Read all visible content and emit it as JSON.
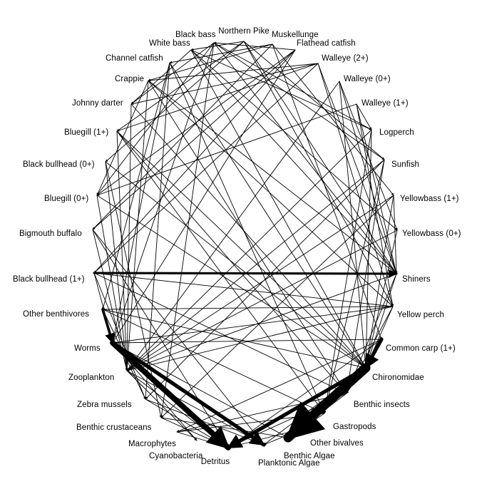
{
  "diagram": {
    "nodes": [
      {
        "id": "northern-pike",
        "label": "Northern Pike"
      },
      {
        "id": "muskellunge",
        "label": "Muskellunge"
      },
      {
        "id": "flathead-catfish",
        "label": "Flathead catfish"
      },
      {
        "id": "walleye-2",
        "label": "Walleye (2+)"
      },
      {
        "id": "walleye-0",
        "label": "Walleye (0+)"
      },
      {
        "id": "walleye-1",
        "label": "Walleye (1+)"
      },
      {
        "id": "logperch",
        "label": "Logperch"
      },
      {
        "id": "sunfish",
        "label": "Sunfish"
      },
      {
        "id": "yellowbass-1",
        "label": "Yellowbass (1+)"
      },
      {
        "id": "yellowbass-0",
        "label": "Yellowbass (0+)"
      },
      {
        "id": "shiners",
        "label": "Shiners"
      },
      {
        "id": "yellow-perch",
        "label": "Yellow perch"
      },
      {
        "id": "common-carp-1",
        "label": "Common carp (1+)"
      },
      {
        "id": "chironomidae",
        "label": "Chironomidae"
      },
      {
        "id": "benthic-insects",
        "label": "Benthic insects"
      },
      {
        "id": "gastropods",
        "label": "Gastropods"
      },
      {
        "id": "other-bivalves",
        "label": "Other bivalves"
      },
      {
        "id": "benthic-algae",
        "label": "Benthic Algae"
      },
      {
        "id": "planktonic-algae",
        "label": "Planktonic Algae"
      },
      {
        "id": "detritus",
        "label": "Detritus"
      },
      {
        "id": "cyanobacteria",
        "label": "Cyanobacteria"
      },
      {
        "id": "macrophytes",
        "label": "Macrophytes"
      },
      {
        "id": "benthic-crustaceans",
        "label": "Benthic crustaceans"
      },
      {
        "id": "zebra-mussels",
        "label": "Zebra mussels"
      },
      {
        "id": "zooplankton",
        "label": "Zooplankton"
      },
      {
        "id": "worms",
        "label": "Worms"
      },
      {
        "id": "other-benthivores",
        "label": "Other benthivores"
      },
      {
        "id": "black-bullhead-1",
        "label": "Black bullhead (1+)"
      },
      {
        "id": "bigmouth-buffalo",
        "label": "Bigmouth buffalo"
      },
      {
        "id": "bluegill-0",
        "label": "Bluegill (0+)"
      },
      {
        "id": "black-bullhead-0",
        "label": "Black bullhead (0+)"
      },
      {
        "id": "bluegill-1",
        "label": "Bluegill (1+)"
      },
      {
        "id": "johnny-darter",
        "label": "Johnny darter"
      },
      {
        "id": "crappie",
        "label": "Crappie"
      },
      {
        "id": "channel-catfish",
        "label": "Channel catfish"
      },
      {
        "id": "white-bass",
        "label": "White bass"
      },
      {
        "id": "black-bass",
        "label": "Black bass"
      }
    ],
    "edges": [
      {
        "from": "chironomidae",
        "to": "benthic-algae",
        "weight": 5
      },
      {
        "from": "worms",
        "to": "detritus",
        "weight": 3
      },
      {
        "from": "worms",
        "to": "planktonic-algae",
        "weight": 2
      },
      {
        "from": "common-carp-1",
        "to": "chironomidae",
        "weight": 2
      },
      {
        "from": "chironomidae",
        "to": "detritus",
        "weight": 2
      },
      {
        "from": "other-benthivores",
        "to": "worms",
        "weight": 1.4
      },
      {
        "from": "black-bullhead-1",
        "to": "shiners",
        "weight": 1.2
      },
      {
        "from": "yellow-perch",
        "to": "other-benthivores",
        "weight": 1
      },
      {
        "from": "walleye-2",
        "to": "shiners",
        "weight": 1
      },
      {
        "from": "walleye-2",
        "to": "yellow-perch",
        "weight": 1
      },
      {
        "from": "walleye-1",
        "to": "shiners",
        "weight": 1
      },
      {
        "from": "walleye-0",
        "to": "zooplankton",
        "weight": 1
      },
      {
        "from": "northern-pike",
        "to": "bluegill-1",
        "weight": 1
      },
      {
        "from": "northern-pike",
        "to": "yellow-perch",
        "weight": 1
      },
      {
        "from": "northern-pike",
        "to": "black-bullhead-0",
        "weight": 1
      },
      {
        "from": "muskellunge",
        "to": "common-carp-1",
        "weight": 1
      },
      {
        "from": "muskellunge",
        "to": "bigmouth-buffalo",
        "weight": 1
      },
      {
        "from": "flathead-catfish",
        "to": "bigmouth-buffalo",
        "weight": 1
      },
      {
        "from": "flathead-catfish",
        "to": "black-bullhead-1",
        "weight": 1
      },
      {
        "from": "black-bass",
        "to": "sunfish",
        "weight": 1
      },
      {
        "from": "black-bass",
        "to": "logperch",
        "weight": 1
      },
      {
        "from": "black-bass",
        "to": "shiners",
        "weight": 1
      },
      {
        "from": "white-bass",
        "to": "shiners",
        "weight": 1
      },
      {
        "from": "white-bass",
        "to": "yellowbass-0",
        "weight": 1
      },
      {
        "from": "channel-catfish",
        "to": "worms",
        "weight": 1
      },
      {
        "from": "channel-catfish",
        "to": "chironomidae",
        "weight": 1
      },
      {
        "from": "crappie",
        "to": "zooplankton",
        "weight": 1
      },
      {
        "from": "crappie",
        "to": "benthic-insects",
        "weight": 1
      },
      {
        "from": "johnny-darter",
        "to": "chironomidae",
        "weight": 1
      },
      {
        "from": "bluegill-1",
        "to": "zooplankton",
        "weight": 1
      },
      {
        "from": "bluegill-1",
        "to": "gastropods",
        "weight": 1
      },
      {
        "from": "bluegill-1",
        "to": "chironomidae",
        "weight": 1
      },
      {
        "from": "black-bullhead-0",
        "to": "zooplankton",
        "weight": 1
      },
      {
        "from": "black-bullhead-0",
        "to": "benthic-crustaceans",
        "weight": 1
      },
      {
        "from": "bluegill-0",
        "to": "zooplankton",
        "weight": 1
      },
      {
        "from": "bigmouth-buffalo",
        "to": "zooplankton",
        "weight": 1
      },
      {
        "from": "bigmouth-buffalo",
        "to": "detritus",
        "weight": 1
      },
      {
        "from": "black-bullhead-1",
        "to": "worms",
        "weight": 1
      },
      {
        "from": "black-bullhead-1",
        "to": "benthic-insects",
        "weight": 1
      },
      {
        "from": "other-benthivores",
        "to": "chironomidae",
        "weight": 1
      },
      {
        "from": "other-benthivores",
        "to": "gastropods",
        "weight": 1
      },
      {
        "from": "worms",
        "to": "benthic-algae",
        "weight": 1
      },
      {
        "from": "zooplankton",
        "to": "planktonic-algae",
        "weight": 1
      },
      {
        "from": "zooplankton",
        "to": "cyanobacteria",
        "weight": 1
      },
      {
        "from": "zebra-mussels",
        "to": "planktonic-algae",
        "weight": 1
      },
      {
        "from": "zebra-mussels",
        "to": "detritus",
        "weight": 1
      },
      {
        "from": "benthic-crustaceans",
        "to": "detritus",
        "weight": 1
      },
      {
        "from": "benthic-crustaceans",
        "to": "benthic-algae",
        "weight": 1
      },
      {
        "from": "macrophytes",
        "to": "detritus",
        "weight": 1
      },
      {
        "from": "gastropods",
        "to": "benthic-algae",
        "weight": 1
      },
      {
        "from": "other-bivalves",
        "to": "planktonic-algae",
        "weight": 1
      },
      {
        "from": "benthic-insects",
        "to": "detritus",
        "weight": 1
      },
      {
        "from": "benthic-insects",
        "to": "benthic-algae",
        "weight": 1
      },
      {
        "from": "common-carp-1",
        "to": "detritus",
        "weight": 1
      },
      {
        "from": "common-carp-1",
        "to": "macrophytes",
        "weight": 1
      },
      {
        "from": "common-carp-1",
        "to": "worms",
        "weight": 1
      },
      {
        "from": "yellow-perch",
        "to": "zooplankton",
        "weight": 1
      },
      {
        "from": "yellow-perch",
        "to": "chironomidae",
        "weight": 1
      },
      {
        "from": "yellow-perch",
        "to": "benthic-insects",
        "weight": 1
      },
      {
        "from": "shiners",
        "to": "zooplankton",
        "weight": 1
      },
      {
        "from": "shiners",
        "to": "benthic-insects",
        "weight": 1
      },
      {
        "from": "yellowbass-0",
        "to": "zooplankton",
        "weight": 1
      },
      {
        "from": "yellowbass-1",
        "to": "shiners",
        "weight": 1
      },
      {
        "from": "yellowbass-1",
        "to": "chironomidae",
        "weight": 1
      },
      {
        "from": "yellowbass-1",
        "to": "benthic-crustaceans",
        "weight": 1
      },
      {
        "from": "sunfish",
        "to": "zooplankton",
        "weight": 1
      },
      {
        "from": "sunfish",
        "to": "benthic-insects",
        "weight": 1
      },
      {
        "from": "sunfish",
        "to": "zebra-mussels",
        "weight": 1
      },
      {
        "from": "logperch",
        "to": "chironomidae",
        "weight": 1
      },
      {
        "from": "logperch",
        "to": "gastropods",
        "weight": 1
      },
      {
        "from": "walleye-1",
        "to": "yellow-perch",
        "weight": 1
      },
      {
        "from": "walleye-1",
        "to": "bluegill-0",
        "weight": 1
      },
      {
        "from": "walleye-0",
        "to": "shiners",
        "weight": 1
      },
      {
        "from": "walleye-0",
        "to": "chironomidae",
        "weight": 1
      },
      {
        "from": "walleye-2",
        "to": "bluegill-1",
        "weight": 1
      },
      {
        "from": "walleye-2",
        "to": "black-bullhead-1",
        "weight": 1
      },
      {
        "from": "walleye-2",
        "to": "johnny-darter",
        "weight": 1
      },
      {
        "from": "flathead-catfish",
        "to": "bluegill-0",
        "weight": 1
      },
      {
        "from": "flathead-catfish",
        "to": "worms",
        "weight": 1
      },
      {
        "from": "muskellunge",
        "to": "crappie",
        "weight": 1
      },
      {
        "from": "muskellunge",
        "to": "yellowbass-1",
        "weight": 1
      },
      {
        "from": "northern-pike",
        "to": "sunfish",
        "weight": 1
      },
      {
        "from": "northern-pike",
        "to": "shiners",
        "weight": 1
      },
      {
        "from": "black-bass",
        "to": "bluegill-0",
        "weight": 1
      },
      {
        "from": "black-bass",
        "to": "johnny-darter",
        "weight": 1
      },
      {
        "from": "black-bass",
        "to": "benthic-crustaceans",
        "weight": 1
      },
      {
        "from": "white-bass",
        "to": "johnny-darter",
        "weight": 1
      },
      {
        "from": "white-bass",
        "to": "logperch",
        "weight": 1
      },
      {
        "from": "channel-catfish",
        "to": "gastropods",
        "weight": 1
      },
      {
        "from": "channel-catfish",
        "to": "other-benthivores",
        "weight": 1
      },
      {
        "from": "crappie",
        "to": "shiners",
        "weight": 1
      },
      {
        "from": "crappie",
        "to": "yellow-perch",
        "weight": 1
      },
      {
        "from": "johnny-darter",
        "to": "zooplankton",
        "weight": 1
      },
      {
        "from": "bluegill-0",
        "to": "chironomidae",
        "weight": 1
      },
      {
        "from": "black-bullhead-0",
        "to": "chironomidae",
        "weight": 1
      },
      {
        "from": "bigmouth-buffalo",
        "to": "planktonic-algae",
        "weight": 1
      },
      {
        "from": "black-bullhead-1",
        "to": "zebra-mussels",
        "weight": 1
      },
      {
        "from": "other-benthivores",
        "to": "zebra-mussels",
        "weight": 1
      },
      {
        "from": "yellowbass-0",
        "to": "chironomidae",
        "weight": 1
      },
      {
        "from": "logperch",
        "to": "zooplankton",
        "weight": 1
      },
      {
        "from": "sunfish",
        "to": "gastropods",
        "weight": 1
      },
      {
        "from": "common-carp-1",
        "to": "benthic-insects",
        "weight": 1
      },
      {
        "from": "chironomidae",
        "to": "planktonic-algae",
        "weight": 1
      },
      {
        "from": "zooplankton",
        "to": "detritus",
        "weight": 1
      },
      {
        "from": "benthic-insects",
        "to": "macrophytes",
        "weight": 1
      },
      {
        "from": "gastropods",
        "to": "macrophytes",
        "weight": 1
      },
      {
        "from": "other-bivalves",
        "to": "detritus",
        "weight": 1
      },
      {
        "from": "worms",
        "to": "cyanobacteria",
        "weight": 1
      },
      {
        "from": "black-bullhead-1",
        "to": "yellow-perch",
        "weight": 1
      },
      {
        "from": "walleye-1",
        "to": "logperch",
        "weight": 1
      },
      {
        "from": "walleye-0",
        "to": "yellowbass-0",
        "weight": 1
      },
      {
        "from": "black-bass",
        "to": "worms",
        "weight": 1
      },
      {
        "from": "white-bass",
        "to": "chironomidae",
        "weight": 1
      },
      {
        "from": "crappie",
        "to": "bluegill-0",
        "weight": 1
      },
      {
        "from": "channel-catfish",
        "to": "zebra-mussels",
        "weight": 1
      },
      {
        "from": "bluegill-1",
        "to": "benthic-insects",
        "weight": 1
      },
      {
        "from": "yellow-perch",
        "to": "worms",
        "weight": 1
      },
      {
        "from": "shiners",
        "to": "chironomidae",
        "weight": 1
      },
      {
        "from": "yellowbass-1",
        "to": "zooplankton",
        "weight": 1
      },
      {
        "from": "northern-pike",
        "to": "white-bass",
        "weight": 1
      },
      {
        "from": "muskellunge",
        "to": "channel-catfish",
        "weight": 1
      },
      {
        "from": "walleye-2",
        "to": "crappie",
        "weight": 1
      },
      {
        "from": "flathead-catfish",
        "to": "black-bass",
        "weight": 1
      }
    ]
  }
}
